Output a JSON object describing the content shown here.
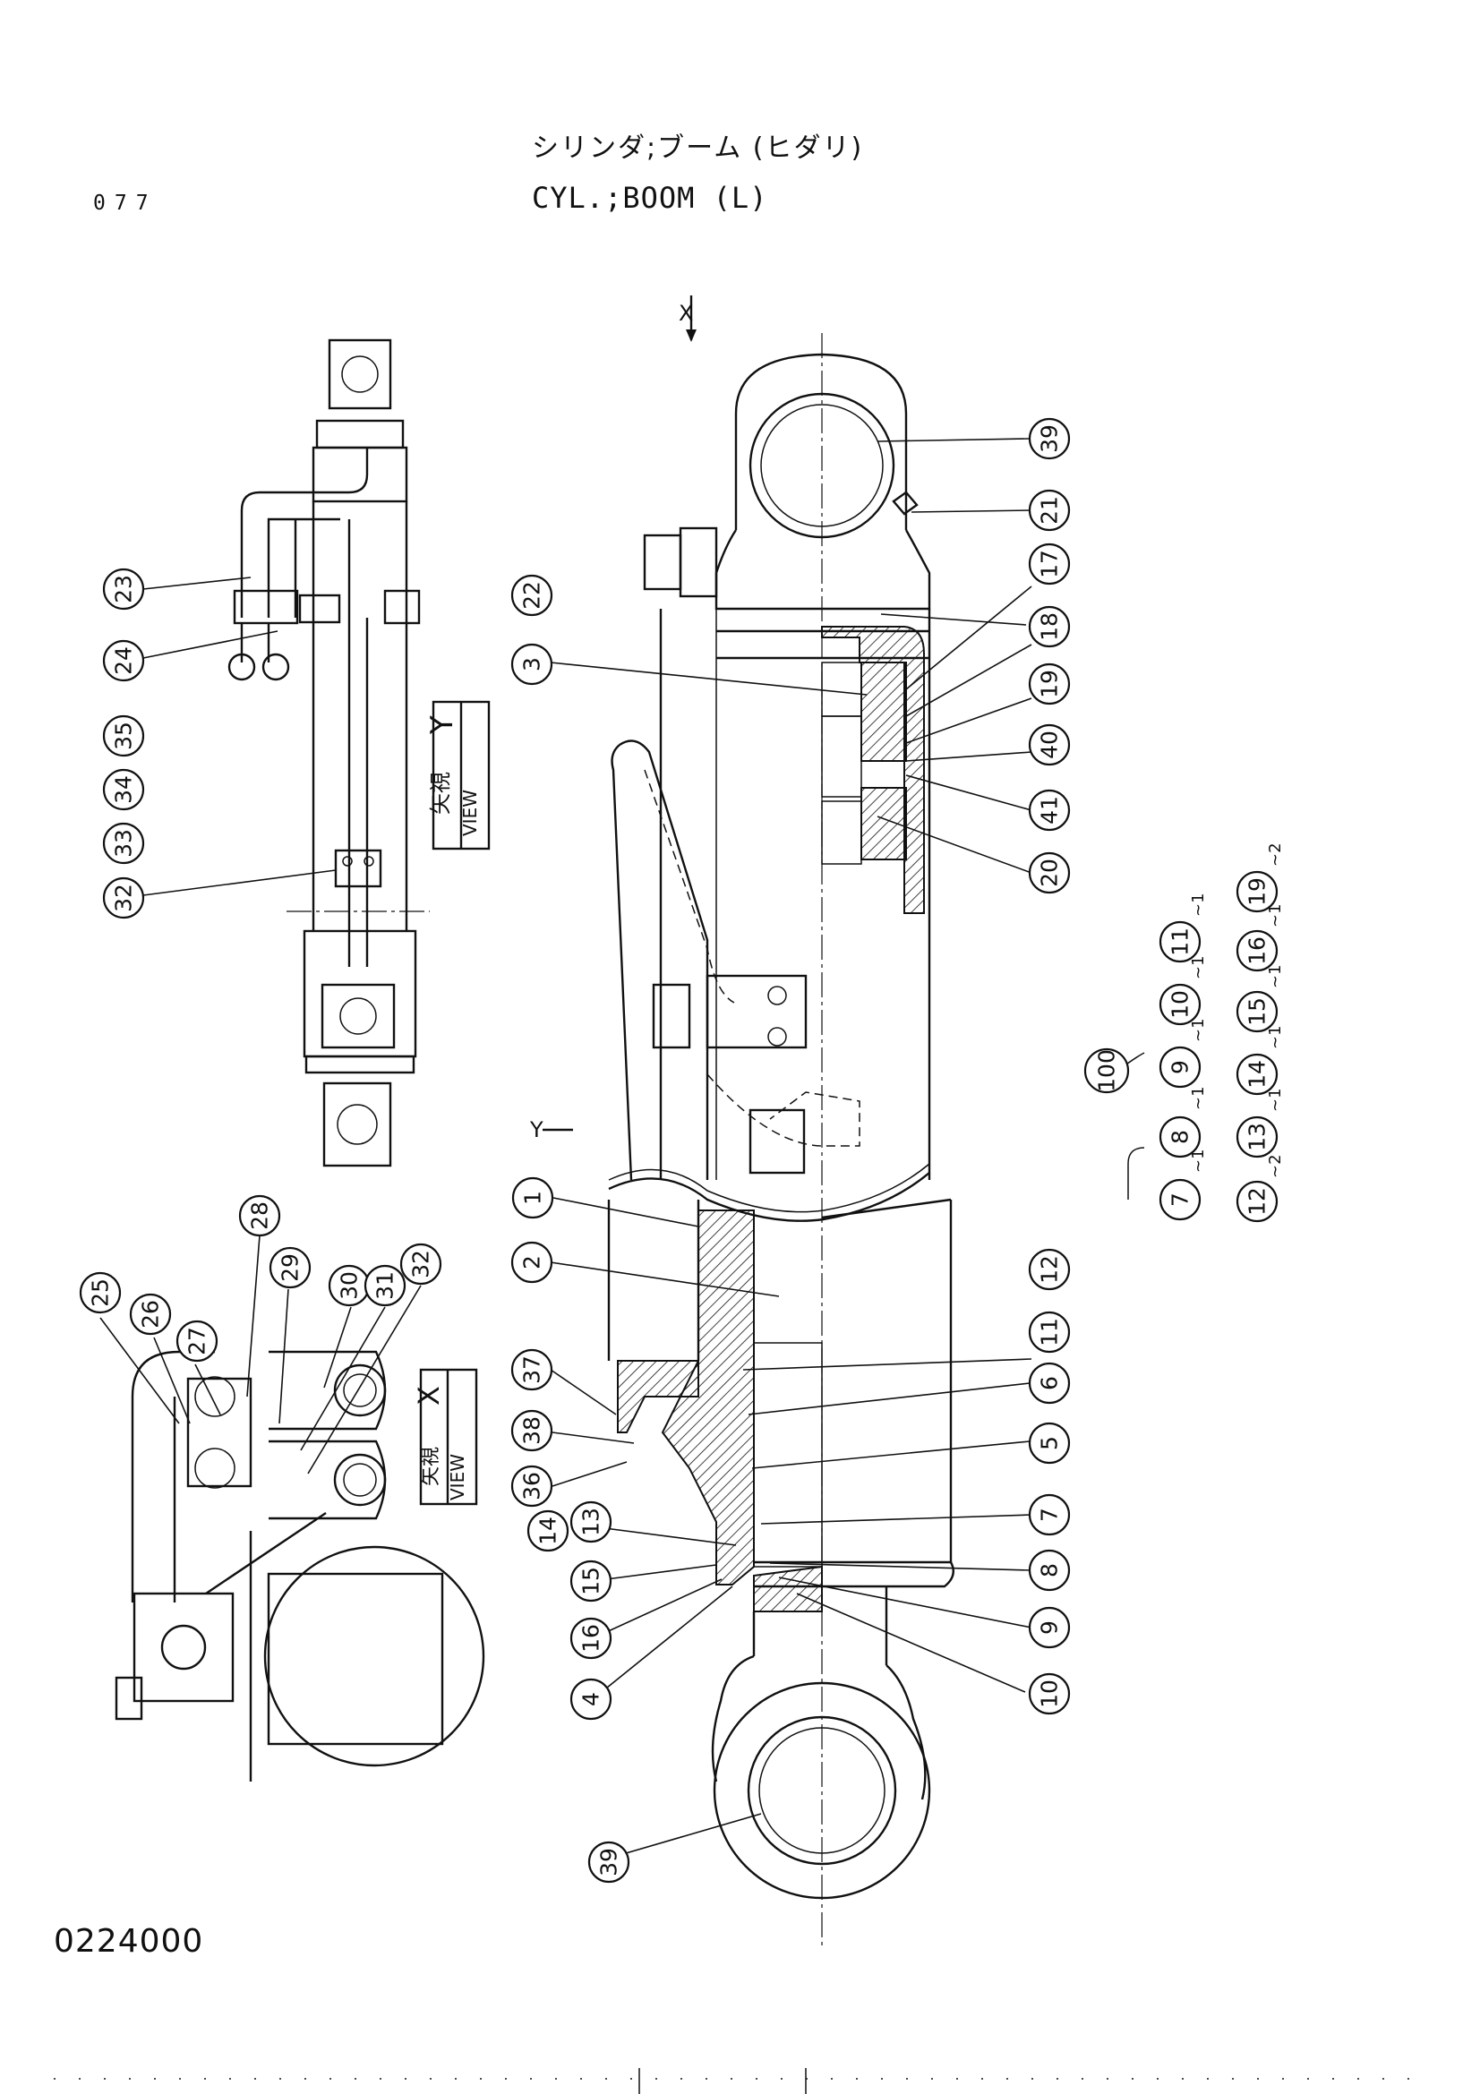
{
  "header": {
    "title_jp": "シリンダ;ブーム (ヒダリ)",
    "title_en": "CYL.;BOOM (L)",
    "page_number": "077"
  },
  "footer": {
    "drawing_number": "0224000"
  },
  "views": {
    "view_y": {
      "jp": "矢視",
      "en": "VIEW",
      "letter": "Y"
    },
    "view_x": {
      "jp": "矢視",
      "en": "VIEW",
      "letter": "X"
    },
    "section_mark_x": "X",
    "section_mark_y": "Y"
  },
  "callouts": {
    "main": [
      "39",
      "21",
      "17",
      "22",
      "18",
      "3",
      "19",
      "40",
      "41",
      "20",
      "1",
      "2",
      "12",
      "37",
      "11",
      "38",
      "6",
      "36",
      "5",
      "14",
      "13",
      "7",
      "15",
      "8",
      "16",
      "9",
      "4",
      "10",
      "39"
    ],
    "view_y": [
      "23",
      "24",
      "35",
      "34",
      "33",
      "32"
    ],
    "view_x": [
      "25",
      "26",
      "27",
      "28",
      "29",
      "30",
      "31",
      "32"
    ]
  },
  "kit": {
    "label": "100",
    "row_top": [
      "7",
      "8",
      "9",
      "10",
      "11",
      "19"
    ],
    "row_bottom": [
      "12",
      "13",
      "14",
      "15",
      "16"
    ],
    "range_marks": [
      "~1",
      "~1",
      "~1",
      "~1",
      "~1",
      "~2",
      "~2",
      "~1",
      "~1",
      "~1",
      "~1"
    ]
  }
}
